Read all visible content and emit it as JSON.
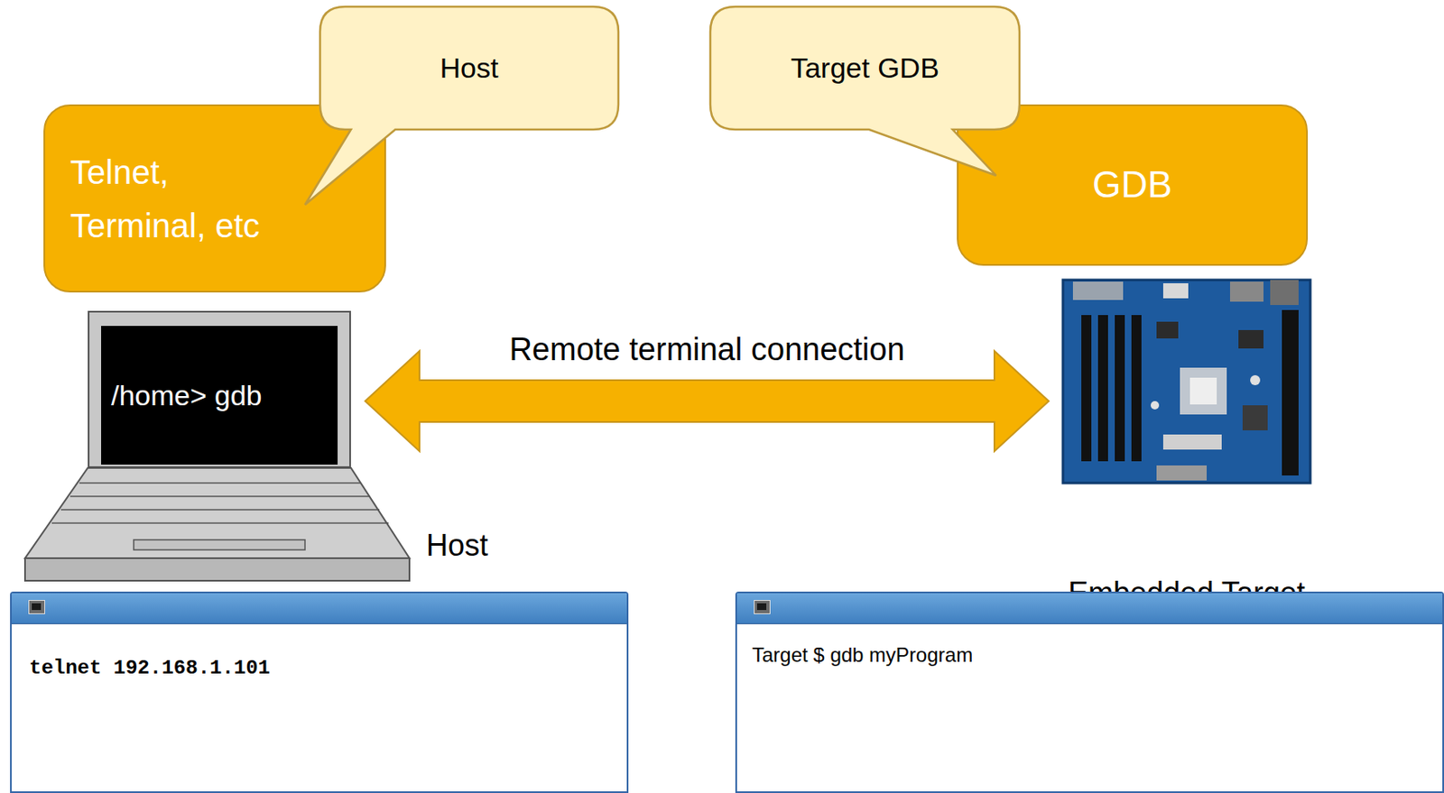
{
  "diagram": {
    "nodes": [
      {
        "text": [
          "Host"
        ]
      },
      {
        "text": [
          "Telnet, Terminal, etc"
        ]
      },
      {
        "text": [
          "Target GDB"
        ]
      },
      {
        "text": [
          "GDB"
        ]
      },
      {
        "text": [
          "/home> gdb"
        ]
      },
      {
        "text": [
          "Embedded Target"
        ]
      },
      {
        "text": [
          "telnet 192.168.1.101"
        ]
      },
      {
        "text": [
          "Target $ gdb myProgram"
        ]
      }
    ],
    "edges": [
      {
        "from": 4,
        "to": 5,
        "label": "Remote terminal connection",
        "arrow": "both"
      }
    ],
    "labels": [
      "Host"
    ]
  }
}
